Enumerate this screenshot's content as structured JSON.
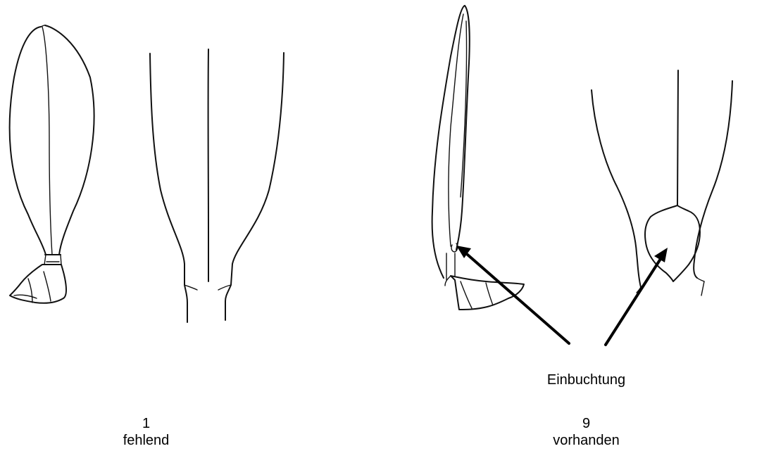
{
  "callout": {
    "text": "Einbuchtung"
  },
  "states": [
    {
      "note": "1",
      "expression": "fehlend"
    },
    {
      "note": "9",
      "expression": "vorhanden"
    }
  ]
}
